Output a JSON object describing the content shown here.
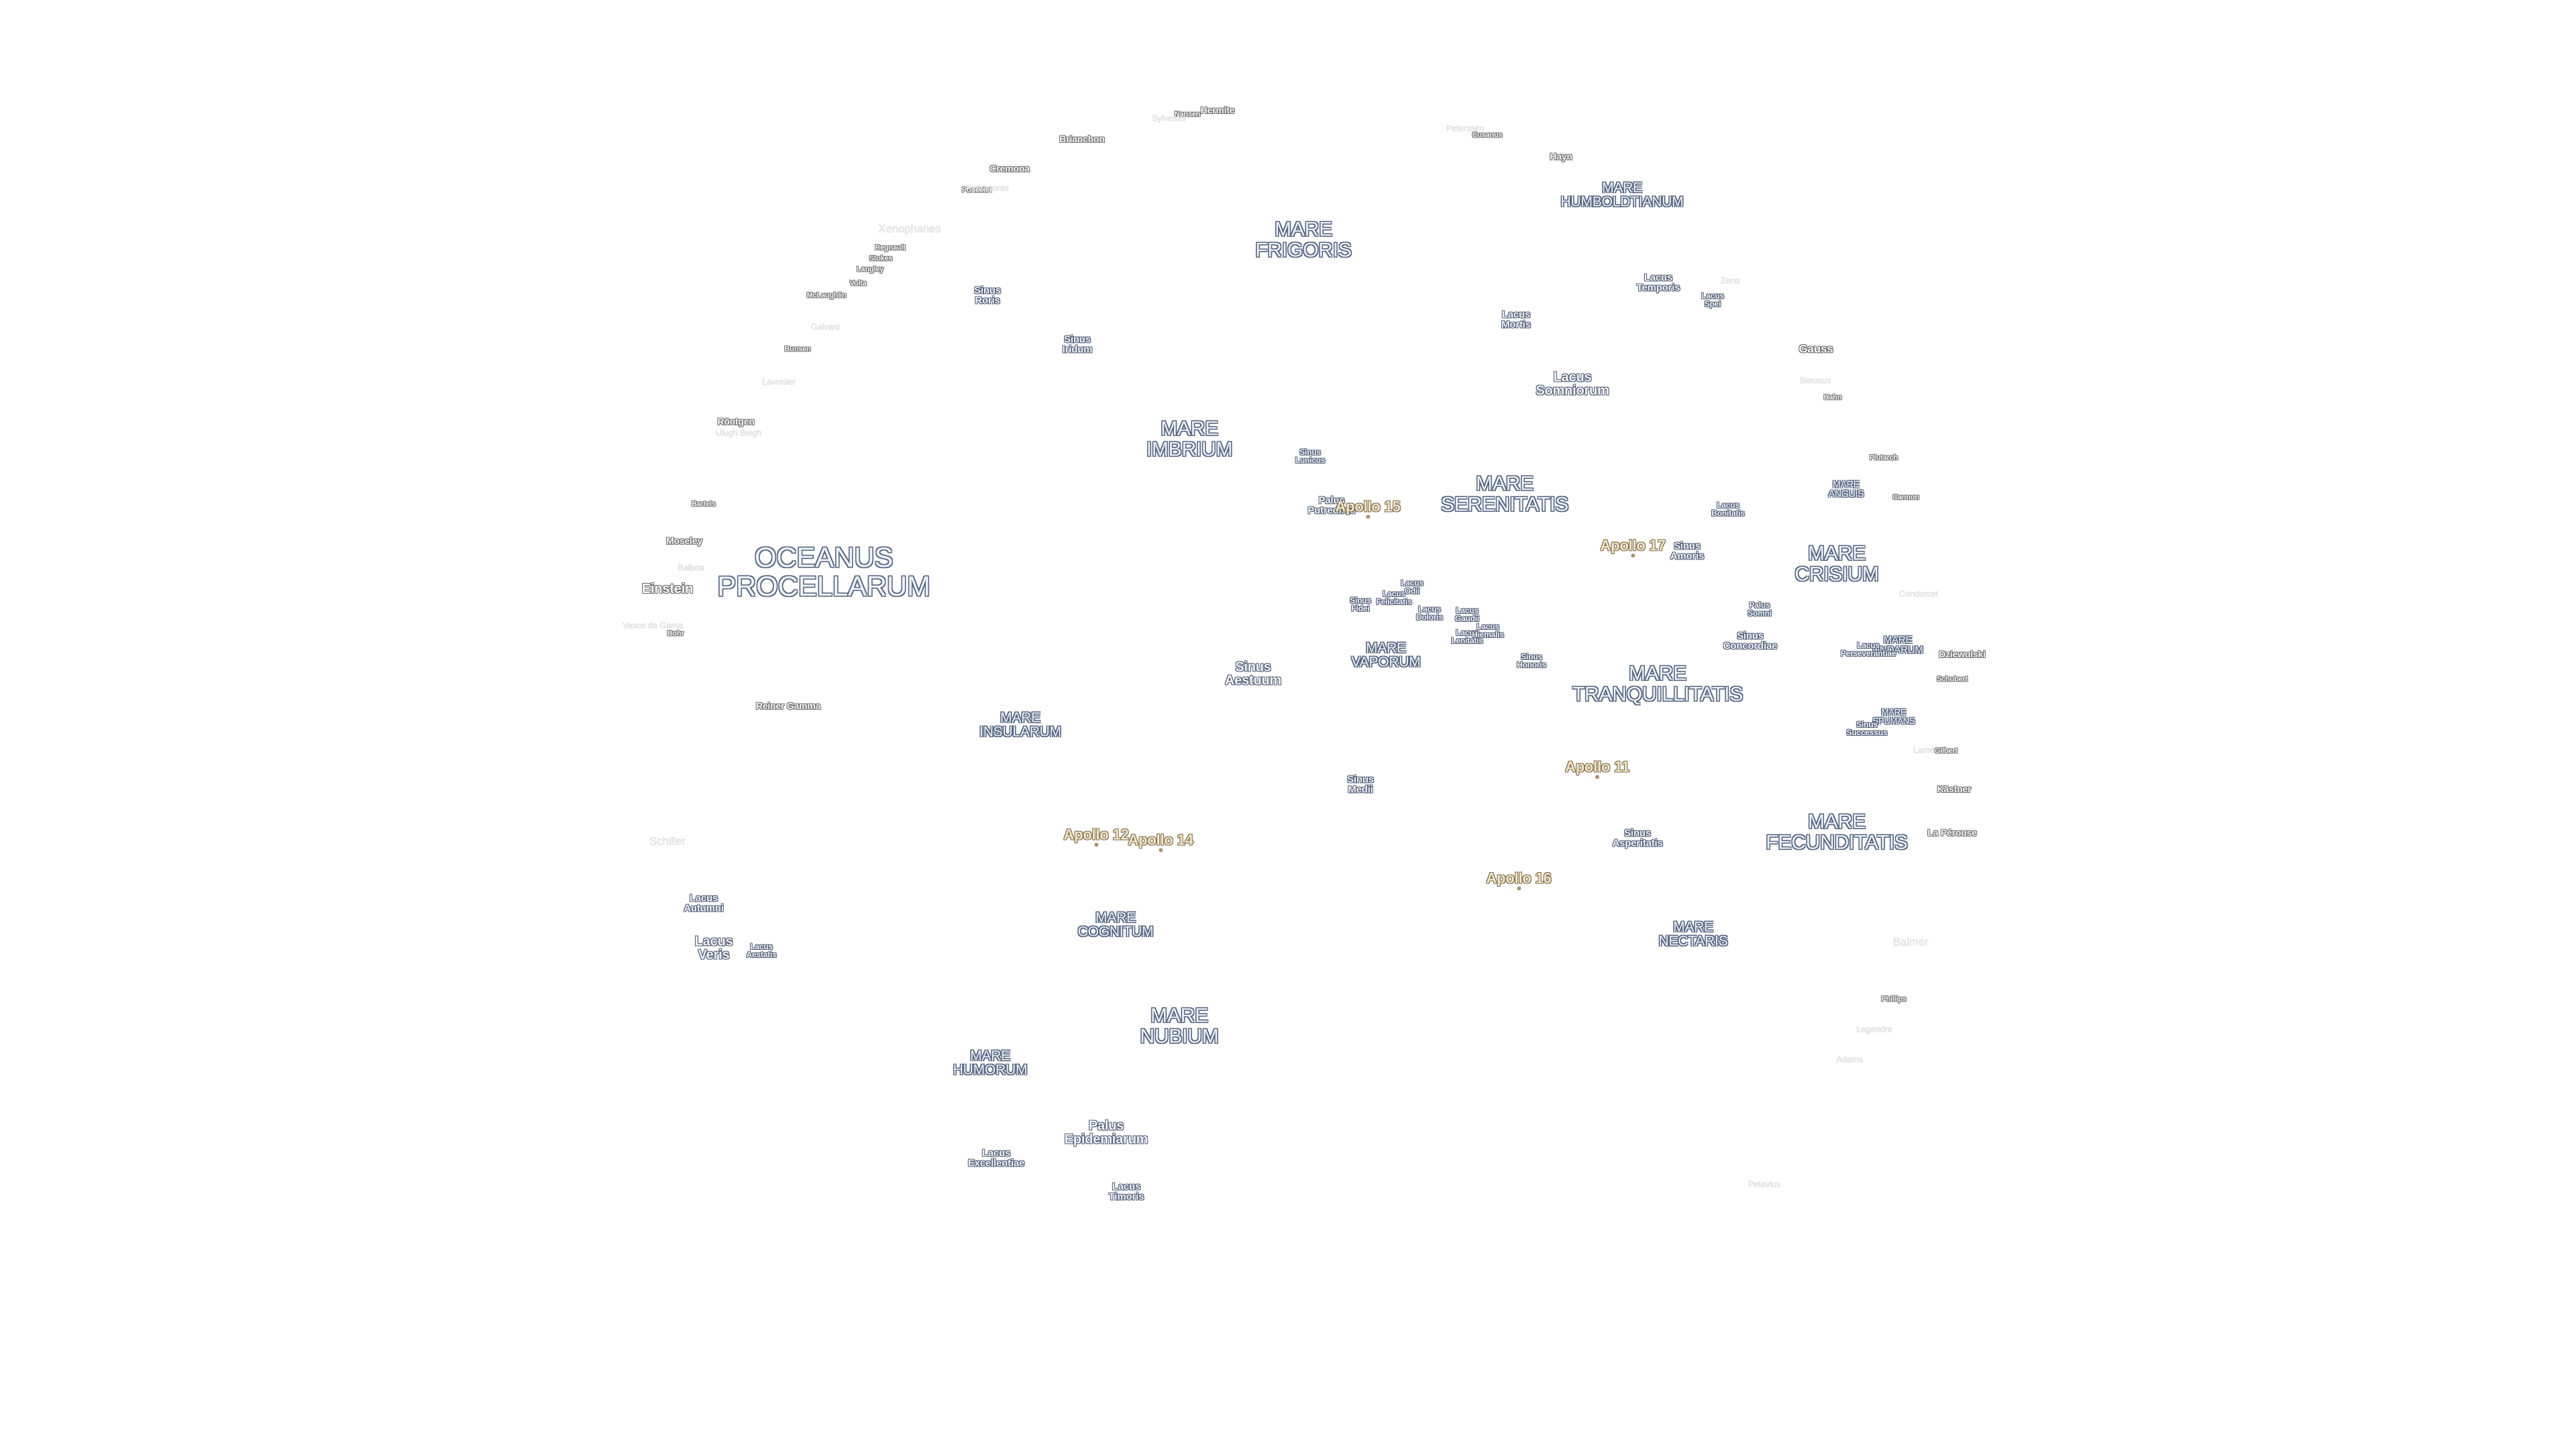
{
  "map": {
    "maria": [
      {
        "id": "oceanus-procellarum",
        "name": "OCEANUS\nPROCELLARUM",
        "size": "big"
      },
      {
        "id": "mare-frigoris",
        "name": "MARE\nFRIGORIS",
        "size": "normal"
      },
      {
        "id": "mare-imbrium",
        "name": "MARE\nIMBRIUM",
        "size": "normal"
      },
      {
        "id": "mare-serenitatis",
        "name": "MARE\nSERENITATIS",
        "size": "normal"
      },
      {
        "id": "mare-tranquillitatis",
        "name": "MARE\nTRANQUILLITATIS",
        "size": "normal"
      },
      {
        "id": "mare-crisium",
        "name": "MARE\nCRISIUM",
        "size": "normal"
      },
      {
        "id": "mare-fecunditatis",
        "name": "MARE\nFECUNDITATIS",
        "size": "normal"
      },
      {
        "id": "mare-nubium",
        "name": "MARE\nNUBIUM",
        "size": "normal"
      },
      {
        "id": "mare-insularum",
        "name": "MARE\nINSULARUM",
        "size": "sm"
      },
      {
        "id": "mare-cognitum",
        "name": "MARE\nCOGNITUM",
        "size": "sm"
      },
      {
        "id": "mare-humorum",
        "name": "MARE\nHUMORUM",
        "size": "sm"
      },
      {
        "id": "mare-nectaris",
        "name": "MARE\nNECTARIS",
        "size": "sm"
      },
      {
        "id": "mare-vaporum",
        "name": "MARE\nVAPORUM",
        "size": "sm"
      },
      {
        "id": "mare-humboldtianum",
        "name": "MARE\nHUMBOLDTIANUM",
        "size": "sm"
      },
      {
        "id": "mare-anguis",
        "name": "MARE\nANGUIS",
        "size": "xs"
      },
      {
        "id": "mare-undarum",
        "name": "MARE\nUNDARUM",
        "size": "xs"
      },
      {
        "id": "mare-spumans",
        "name": "MARE\nSPUMANS",
        "size": "xs"
      }
    ],
    "features": [
      {
        "id": "sinus-iridum",
        "name": "Sinus\nIridum",
        "size": "normal"
      },
      {
        "id": "sinus-roris",
        "name": "Sinus\nRoris",
        "size": "normal"
      },
      {
        "id": "sinus-aestuum",
        "name": "Sinus\nAestuum",
        "size": "md"
      },
      {
        "id": "sinus-medii",
        "name": "Sinus\nMedii",
        "size": "normal"
      },
      {
        "id": "sinus-asperitatis",
        "name": "Sinus\nAsperitatis",
        "size": "normal"
      },
      {
        "id": "sinus-amoris",
        "name": "Sinus\nAmoris",
        "size": "normal"
      },
      {
        "id": "sinus-concordiae",
        "name": "Sinus\nConcordiae",
        "size": "normal"
      },
      {
        "id": "sinus-lunicus",
        "name": "Sinus\nLunicus",
        "size": "xs"
      },
      {
        "id": "sinus-fidei",
        "name": "Sinus\nFidei",
        "size": "xs"
      },
      {
        "id": "sinus-honoris",
        "name": "Sinus\nHonoris",
        "size": "xs"
      },
      {
        "id": "sinus-successus",
        "name": "Sinus\nSuccessus",
        "size": "xs"
      },
      {
        "id": "lacus-somniorum",
        "name": "Lacus\nSomniorum",
        "size": "md"
      },
      {
        "id": "lacus-mortis",
        "name": "Lacus\nMortis",
        "size": "normal"
      },
      {
        "id": "lacus-temporis",
        "name": "Lacus\nTemporis",
        "size": "normal"
      },
      {
        "id": "lacus-spei",
        "name": "Lacus\nSpei",
        "size": "xs"
      },
      {
        "id": "lacus-bonitatis",
        "name": "Lacus\nBonitatis",
        "size": "xs"
      },
      {
        "id": "lacus-doloris",
        "name": "Lacus\nDoloris",
        "size": "xs"
      },
      {
        "id": "lacus-gaudii",
        "name": "Lacus\nGaudii",
        "size": "xs"
      },
      {
        "id": "lacus-lenitatis",
        "name": "Lacus\nLenitatis",
        "size": "xs"
      },
      {
        "id": "lacus-hiemalis",
        "name": "Lacus\nHiemalis",
        "size": "xs"
      },
      {
        "id": "lacus-odii",
        "name": "Lacus\nOdii",
        "size": "xs"
      },
      {
        "id": "lacus-felicitatis",
        "name": "Lacus\nFelicitatis",
        "size": "xs"
      },
      {
        "id": "lacus-perseverantiae",
        "name": "Lacus\nPerseverantiae",
        "size": "xs"
      },
      {
        "id": "lacus-autumni",
        "name": "Lacus\nAutumni",
        "size": "normal"
      },
      {
        "id": "lacus-veris",
        "name": "Lacus\nVeris",
        "size": "md"
      },
      {
        "id": "lacus-aestatis",
        "name": "Lacus\nAestatis",
        "size": "xs"
      },
      {
        "id": "lacus-excellentiae",
        "name": "Lacus\nExcellentiae",
        "size": "normal"
      },
      {
        "id": "lacus-timoris",
        "name": "Lacus\nTimoris",
        "size": "normal"
      },
      {
        "id": "palus-putredinis",
        "name": "Palus\nPutredinis",
        "size": "normal"
      },
      {
        "id": "palus-somni",
        "name": "Palus\nSomni",
        "size": "xs"
      },
      {
        "id": "palus-epidemiarum",
        "name": "Palus\nEpidemiarum",
        "size": "md"
      }
    ],
    "craters": [
      {
        "id": "hermite",
        "name": "Hermite",
        "size": "normal"
      },
      {
        "id": "nansen",
        "name": "Nansen",
        "size": "xs"
      },
      {
        "id": "brianchon",
        "name": "Brianchon",
        "size": "normal"
      },
      {
        "id": "cremona",
        "name": "Cremona",
        "size": "normal"
      },
      {
        "id": "poncelet",
        "name": "Poncelet",
        "size": "xs"
      },
      {
        "id": "regnault",
        "name": "Regnault",
        "size": "xs"
      },
      {
        "id": "stokes",
        "name": "Stokes",
        "size": "xs"
      },
      {
        "id": "langley",
        "name": "Langley",
        "size": "xs"
      },
      {
        "id": "volta",
        "name": "Volta",
        "size": "xs"
      },
      {
        "id": "mclaughlin",
        "name": "McLaughlin",
        "size": "xs"
      },
      {
        "id": "bunsen",
        "name": "Bunsen",
        "size": "xs"
      },
      {
        "id": "rontgen",
        "name": "Röntgen",
        "size": "normal"
      },
      {
        "id": "bartels",
        "name": "Bartels",
        "size": "xs"
      },
      {
        "id": "moseley",
        "name": "Moseley",
        "size": "normal"
      },
      {
        "id": "einstein",
        "name": "Einstein",
        "size": "lg"
      },
      {
        "id": "bohr",
        "name": "Bohr",
        "size": "xs"
      },
      {
        "id": "reiner-gamma",
        "name": "Reiner Gamma",
        "size": "normal"
      },
      {
        "id": "hayn",
        "name": "Hayn",
        "size": "normal"
      },
      {
        "id": "cusanus",
        "name": "Cusanus",
        "size": "xs"
      },
      {
        "id": "gauss",
        "name": "Gauss",
        "size": "md"
      },
      {
        "id": "hahn",
        "name": "Hahn",
        "size": "xs"
      },
      {
        "id": "plutarch",
        "name": "Plutarch",
        "size": "xs"
      },
      {
        "id": "cannon",
        "name": "Cannon",
        "size": "xs"
      },
      {
        "id": "dziewulski",
        "name": "Dziewulski",
        "size": "normal"
      },
      {
        "id": "schubert",
        "name": "Schubert",
        "size": "xs"
      },
      {
        "id": "gilbert",
        "name": "Gilbert",
        "size": "xs"
      },
      {
        "id": "kastner",
        "name": "Kästner",
        "size": "normal"
      },
      {
        "id": "la-perouse",
        "name": "La Pérouse",
        "size": "normal"
      },
      {
        "id": "phillips",
        "name": "Phillips",
        "size": "xs"
      }
    ],
    "faint_labels": [
      {
        "id": "sylvester",
        "name": "Sylvester",
        "size": "normal"
      },
      {
        "id": "pythagoras",
        "name": "Pythagoras",
        "size": "normal"
      },
      {
        "id": "xenophanes",
        "name": "Xenophanes",
        "size": "md"
      },
      {
        "id": "galvani",
        "name": "Galvani",
        "size": "normal"
      },
      {
        "id": "lavoisier",
        "name": "Lavoisier",
        "size": "normal"
      },
      {
        "id": "ulugh-beigh",
        "name": "Ulugh Beigh",
        "size": "normal"
      },
      {
        "id": "balboa",
        "name": "Balboa",
        "size": "normal"
      },
      {
        "id": "vasco-da-gama",
        "name": "Vasco da Gama",
        "size": "normal"
      },
      {
        "id": "schiller",
        "name": "Schiller",
        "size": "normal"
      },
      {
        "id": "pelzer",
        "name": "Peterssen",
        "size": "normal"
      },
      {
        "id": "zeno",
        "name": "Zeno",
        "size": "normal"
      },
      {
        "id": "berosus",
        "name": "Berosus",
        "size": "normal"
      },
      {
        "id": "condorcet",
        "name": "Condorcet",
        "size": "normal"
      },
      {
        "id": "lamp",
        "name": "Lamé",
        "size": "normal"
      },
      {
        "id": "balmer",
        "name": "Balmer",
        "size": "normal"
      },
      {
        "id": "legendre",
        "name": "Legendre",
        "size": "normal"
      },
      {
        "id": "adams",
        "name": "Adams",
        "size": "normal"
      },
      {
        "id": "petavius",
        "name": "Petavius",
        "size": "normal"
      }
    ],
    "apollo_sites": [
      {
        "id": "apollo-11",
        "name": "Apollo 11"
      },
      {
        "id": "apollo-12",
        "name": "Apollo 12"
      },
      {
        "id": "apollo-14",
        "name": "Apollo 14"
      },
      {
        "id": "apollo-15",
        "name": "Apollo 15"
      },
      {
        "id": "apollo-16",
        "name": "Apollo 16"
      },
      {
        "id": "apollo-17",
        "name": "Apollo 17"
      }
    ]
  }
}
